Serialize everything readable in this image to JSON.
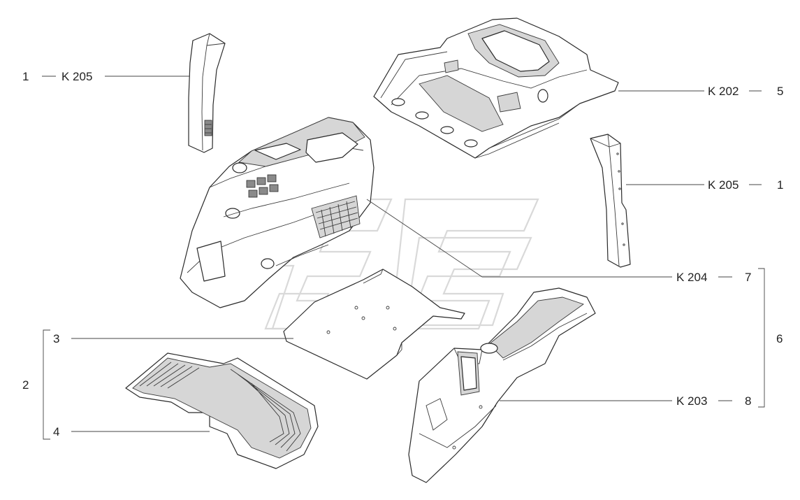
{
  "labels": {
    "l1a_num": "1",
    "l1a_code": "K 205",
    "l5_code": "K 202",
    "l5_num": "5",
    "l1b_code": "K 205",
    "l1b_num": "1",
    "l7_code": "K 204",
    "l7_num": "7",
    "l6_num": "6",
    "l8_code": "K 203",
    "l8_num": "8",
    "l2_num": "2",
    "l3_num": "3",
    "l4_num": "4"
  },
  "colors": {
    "line": "#2a2a2a",
    "watermark": "#d9d9d9",
    "background": "#ffffff"
  },
  "icons": {
    "watermark": "brand-logo-watermark"
  }
}
